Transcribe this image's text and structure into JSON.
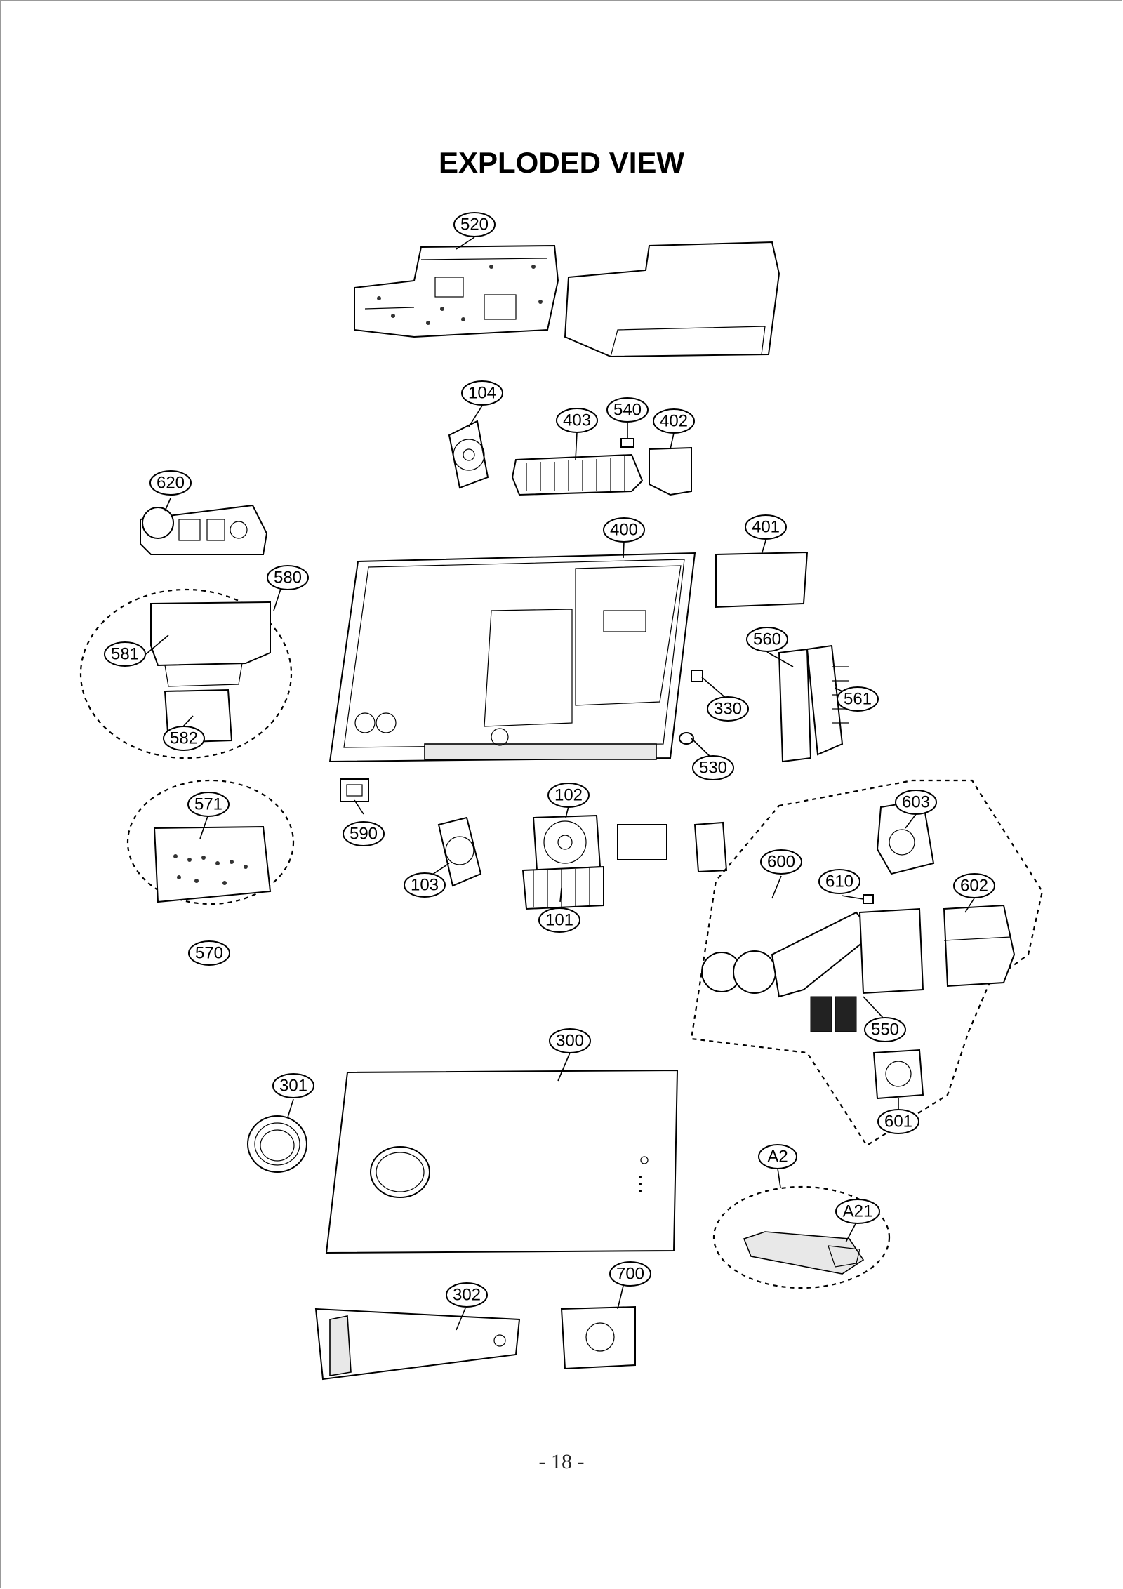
{
  "title": "EXPLODED VIEW",
  "page_number": "- 18 -",
  "callouts": [
    "520",
    "104",
    "403",
    "540",
    "402",
    "620",
    "400",
    "401",
    "580",
    "581",
    "582",
    "560",
    "561",
    "330",
    "530",
    "590",
    "102",
    "571",
    "103",
    "101",
    "600",
    "603",
    "610",
    "602",
    "570",
    "550",
    "300",
    "301",
    "601",
    "A2",
    "A21",
    "700",
    "302"
  ]
}
